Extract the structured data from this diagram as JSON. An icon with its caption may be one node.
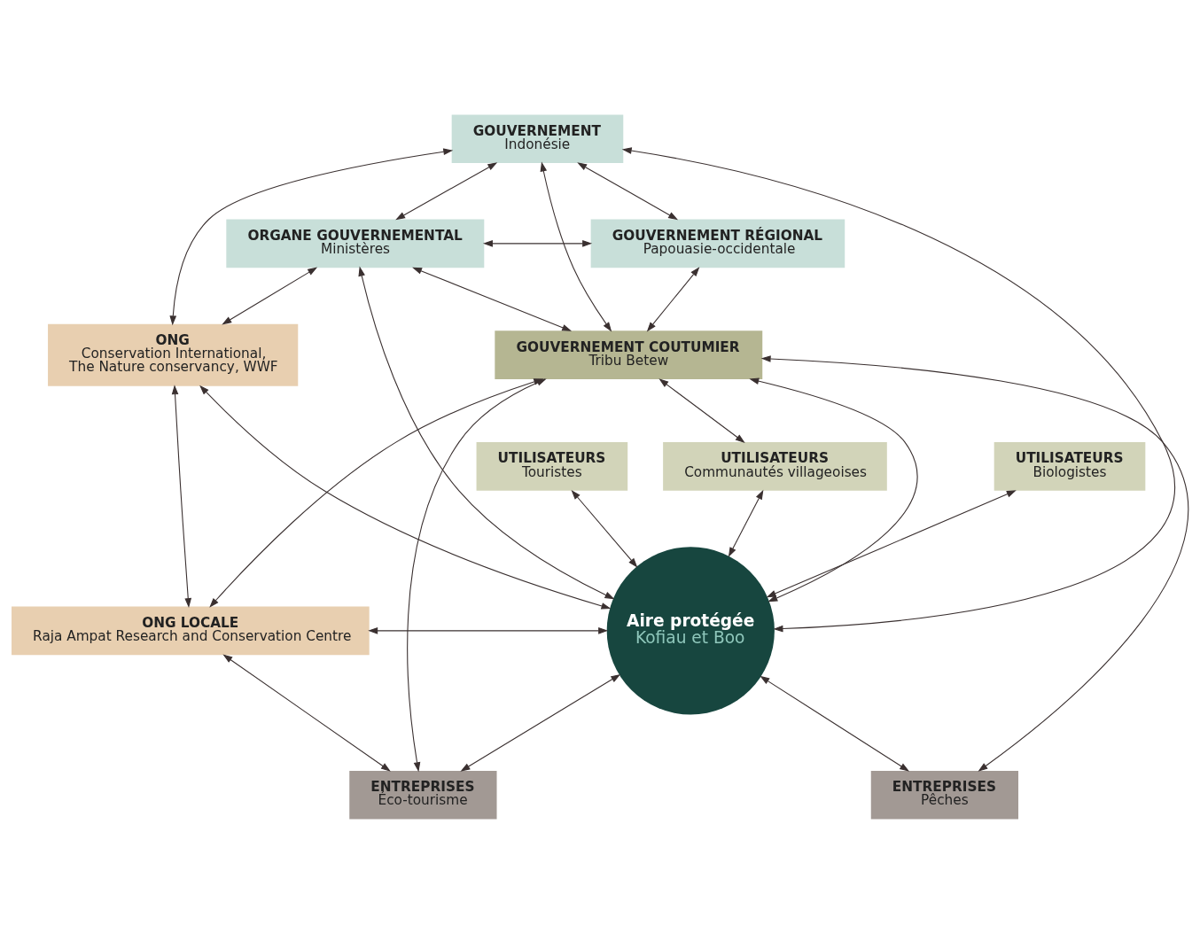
{
  "diagram": {
    "nodes": [
      {
        "text": [
          "GOUVERNEMENT",
          "Indonésie"
        ]
      },
      {
        "text": [
          "ORGANE GOUVERNEMENTAL",
          "Ministères"
        ]
      },
      {
        "text": [
          "GOUVERNEMENT RÉGIONAL",
          "Papouasie-occidentale"
        ]
      },
      {
        "text": [
          "GOUVERNEMENT COUTUMIER",
          "Tribu Betew"
        ]
      },
      {
        "text": [
          "ONG",
          "Conservation International, The Nature conservancy, WWF"
        ]
      },
      {
        "text": [
          "Aire protégée",
          "Kofiau et Boo"
        ]
      },
      {
        "text": [
          "ONG LOCALE",
          "Raja Ampat Research and Conservation Centre"
        ]
      },
      {
        "text": [
          "UTILISATEURS",
          "Communautés villageoises"
        ]
      },
      {
        "text": [
          "UTILISATEURS",
          "Biologistes"
        ]
      },
      {
        "text": [
          "UTILISATEURS",
          "Touristes"
        ]
      },
      {
        "text": [
          "ENTREPRISES",
          "Pêches"
        ]
      },
      {
        "text": [
          "ENTREPRISES",
          "Éco-tourisme"
        ]
      }
    ],
    "edges": [
      {
        "from": 0,
        "to": 1,
        "arrow": "both"
      },
      {
        "from": 0,
        "to": 3,
        "arrow": "both"
      },
      {
        "from": 0,
        "to": 2,
        "arrow": "both"
      },
      {
        "from": 0,
        "to": 4,
        "arrow": "both"
      },
      {
        "from": 0,
        "to": 5,
        "arrow": "both"
      },
      {
        "from": 1,
        "to": 2,
        "arrow": "both"
      },
      {
        "from": 1,
        "to": 3,
        "arrow": "both"
      },
      {
        "from": 1,
        "to": 4,
        "arrow": "both"
      },
      {
        "from": 1,
        "to": 5,
        "arrow": "both"
      },
      {
        "from": 2,
        "to": 3,
        "arrow": "both"
      },
      {
        "from": 3,
        "to": 5,
        "arrow": "both"
      },
      {
        "from": 3,
        "to": 7,
        "arrow": "both"
      },
      {
        "from": 3,
        "to": 6,
        "arrow": "both"
      },
      {
        "from": 3,
        "to": 10,
        "arrow": "both"
      },
      {
        "from": 3,
        "to": 11,
        "arrow": "both"
      },
      {
        "from": 4,
        "to": 5,
        "arrow": "both"
      },
      {
        "from": 4,
        "to": 6,
        "arrow": "both"
      },
      {
        "from": 6,
        "to": 5,
        "arrow": "both"
      },
      {
        "from": 6,
        "to": 11,
        "arrow": "both"
      },
      {
        "from": 7,
        "to": 5,
        "arrow": "both"
      },
      {
        "from": 8,
        "to": 5,
        "arrow": "both"
      },
      {
        "from": 9,
        "to": 5,
        "arrow": "both"
      },
      {
        "from": 5,
        "to": 10,
        "arrow": "both"
      },
      {
        "from": 5,
        "to": 11,
        "arrow": "both"
      }
    ]
  }
}
